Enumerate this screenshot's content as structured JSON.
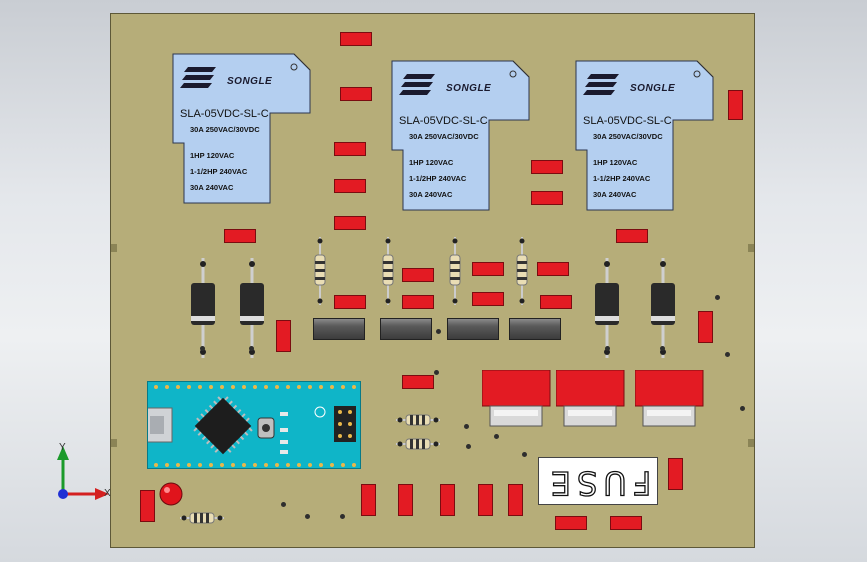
{
  "relays": [
    {
      "brand": "SONGLE",
      "model": "SLA-05VDC-SL-C",
      "rating1": "30A 250VAC/30VDC",
      "rating2": "1HP 120VAC",
      "rating3": "1-1/2HP 240VAC",
      "rating4": "30A  240VAC"
    },
    {
      "brand": "SONGLE",
      "model": "SLA-05VDC-SL-C",
      "rating1": "30A 250VAC/30VDC",
      "rating2": "1HP 120VAC",
      "rating3": "1-1/2HP 240VAC",
      "rating4": "30A  240VAC"
    },
    {
      "brand": "SONGLE",
      "model": "SLA-05VDC-SL-C",
      "rating1": "30A 250VAC/30VDC",
      "rating2": "1HP 120VAC",
      "rating3": "1-1/2HP 240VAC",
      "rating4": "30A  240VAC"
    }
  ],
  "fuse_label": "FUSE",
  "axis": {
    "x": "X",
    "y": "Y"
  },
  "colors": {
    "board": "#b6ad79",
    "smd": "#e31b23",
    "relay": "#b4cff0",
    "nano": "#0fb5c8",
    "led": "#e0141c"
  }
}
